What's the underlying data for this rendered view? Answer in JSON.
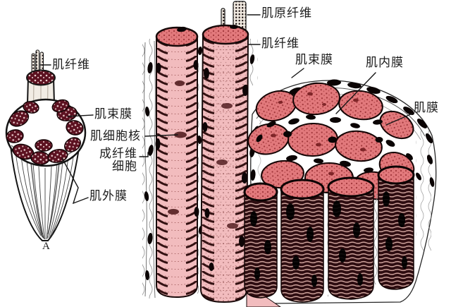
{
  "figure": {
    "panel_letter": "A",
    "left_diagram": {
      "muscle_fiber": "肌纤维",
      "perimysium": "肌束膜",
      "muscle_cell_nucleus": "肌细胞核",
      "fibroblast_line1": "成纤维",
      "fibroblast_line2": "细胞",
      "epimysium": "肌外膜"
    },
    "right_diagram": {
      "myofibril": "肌原纤维",
      "muscle_fiber": "肌纤维",
      "perimysium": "肌束膜",
      "endomysium": "肌内膜",
      "sarcolemma": "肌膜"
    },
    "colors": {
      "background": "#ffffff",
      "pink_fiber": "#f2bcbe",
      "salmon_fiber": "#e2797c",
      "dark_fascicle": "#5c1120",
      "dark_cylinder": "#2e0d11",
      "ink": "#161616"
    }
  }
}
